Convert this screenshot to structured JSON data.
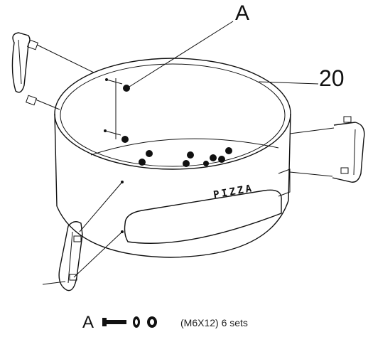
{
  "callouts": {
    "part_a": "A",
    "part_20": "20"
  },
  "body_text": "PIZZA",
  "legend": {
    "letter": "A",
    "description": "(M6X12) 6 sets"
  },
  "colors": {
    "line": "#111111",
    "background": "#ffffff"
  },
  "icons": [
    "handle-icon",
    "bolt-icon",
    "washer-icon",
    "nut-icon"
  ]
}
